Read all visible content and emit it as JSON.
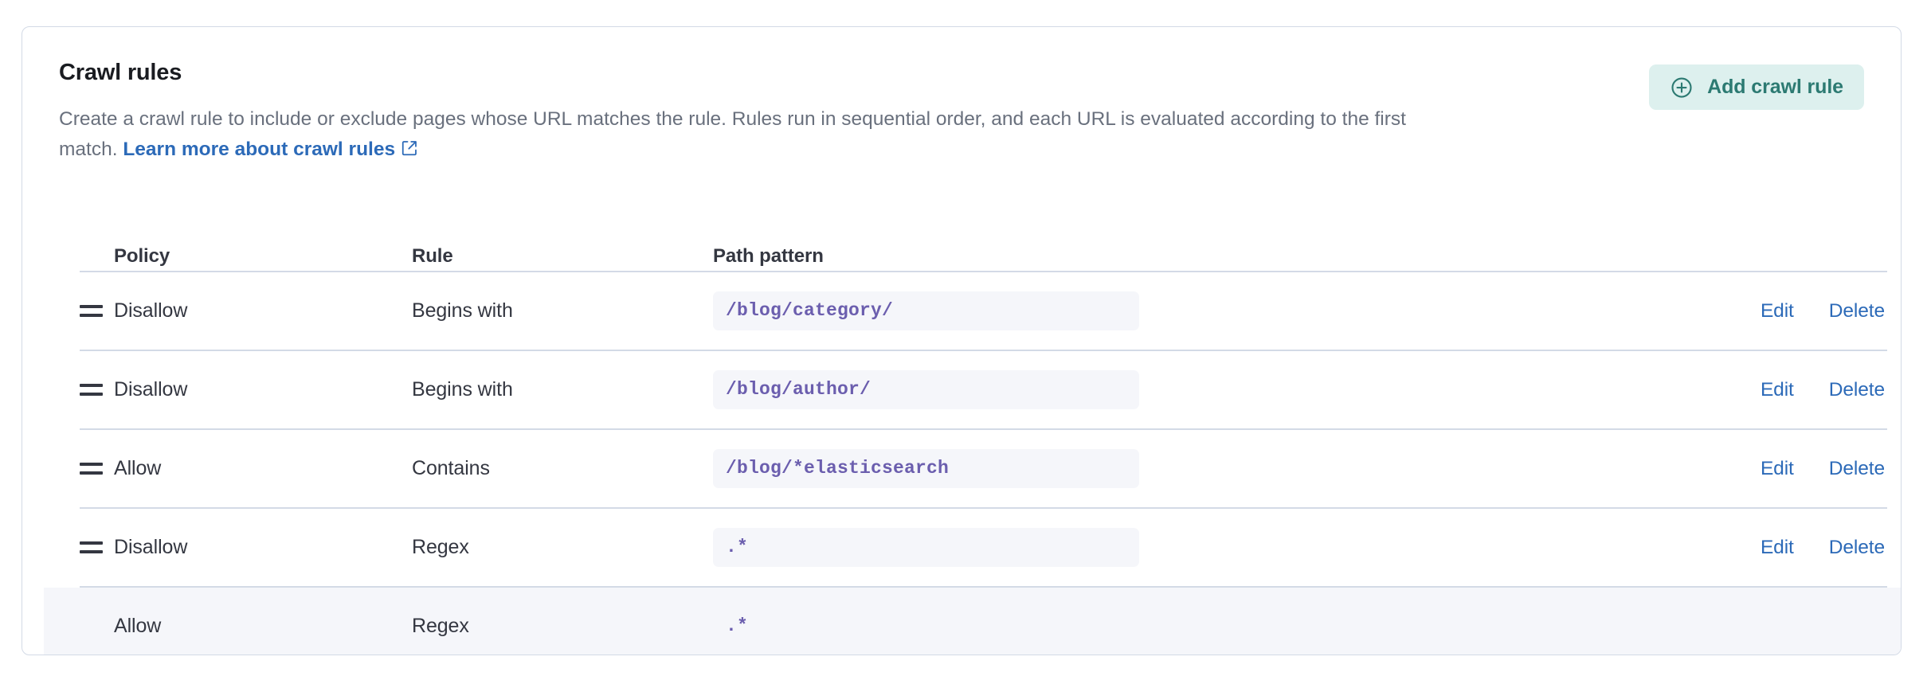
{
  "panel": {
    "title": "Crawl rules",
    "description_part1": "Create a crawl rule to include or exclude pages whose URL matches the rule. Rules run in sequential order, and each URL is evaluated according to the first match. ",
    "link_label": "Learn more about crawl rules",
    "link_icon": "external-link-icon",
    "add_button": {
      "label": "Add crawl rule",
      "icon": "plus-circle-icon",
      "bg_color": "#ddf0ee",
      "text_color": "#2c7a72"
    }
  },
  "table": {
    "columns": [
      "Policy",
      "Rule",
      "Path pattern"
    ],
    "actions": {
      "edit": "Edit",
      "delete": "Delete"
    },
    "rows": [
      {
        "handle": "drag-handle-icon",
        "policy": "Disallow",
        "rule": "Begins with",
        "path_pattern": "/blog/category/",
        "editable": true,
        "highlighted": false
      },
      {
        "handle": "drag-handle-icon",
        "policy": "Disallow",
        "rule": "Begins with",
        "path_pattern": "/blog/author/",
        "editable": true,
        "highlighted": false
      },
      {
        "handle": "drag-handle-icon",
        "policy": "Allow",
        "rule": "Contains",
        "path_pattern": "/blog/*elasticsearch",
        "editable": true,
        "highlighted": false
      },
      {
        "handle": "drag-handle-icon",
        "policy": "Disallow",
        "rule": "Regex",
        "path_pattern": ".*",
        "editable": true,
        "highlighted": false
      },
      {
        "handle": null,
        "policy": "Allow",
        "rule": "Regex",
        "path_pattern": ".*",
        "editable": false,
        "highlighted": true
      }
    ]
  },
  "colors": {
    "link": "#2c6ab8",
    "code": "#6b5eae",
    "border": "#d3dae6",
    "row_highlight": "#f5f6fa",
    "muted_text": "#69707d"
  }
}
